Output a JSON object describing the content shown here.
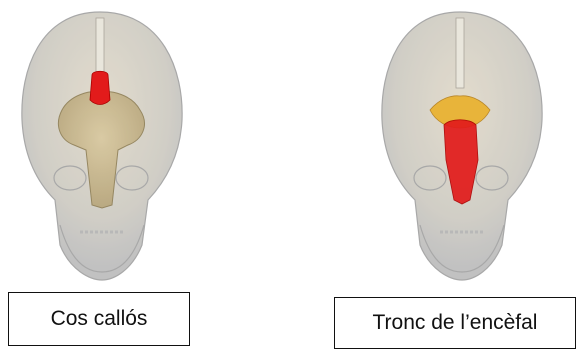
{
  "panels": [
    {
      "label": "Cos callós",
      "highlight": "corpus-callosum"
    },
    {
      "label": "Tronc de l’encèfal",
      "highlight": "brainstem"
    }
  ],
  "colors": {
    "skull": "#c9c9c9",
    "brain": "#c7b58d",
    "highlight": "#e21b1b",
    "accent_yellow": "#e8b43a"
  }
}
